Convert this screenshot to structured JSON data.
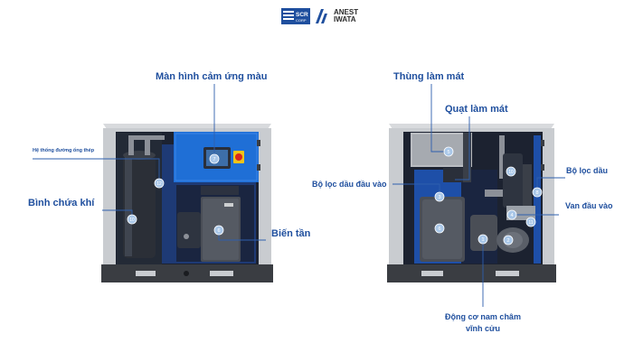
{
  "header": {
    "logo_scr_line1": "SCR",
    "logo_scr_line2": "CORP",
    "logo_anest_line1": "ANEST",
    "logo_anest_line2": "IWATA"
  },
  "labels": {
    "touchscreen": "Màn hình cảm ứng màu",
    "steel_pipe_system": "Hệ thống đường ống thép",
    "air_tank": "Bình chứa khí",
    "inverter": "Biến tần",
    "cooler_box": "Thùng làm mát",
    "cooling_fan": "Quạt làm mát",
    "inlet_filter": "Bộ lọc dầu đầu vào",
    "oil_filter": "Bộ lọc dầu",
    "inlet_valve": "Van đầu vào",
    "pm_motor_line1": "Động cơ nam châm",
    "pm_motor_line2": "vĩnh cửu"
  },
  "markers": {
    "left": [
      "7",
      "12",
      "10",
      "6"
    ],
    "right": [
      "5",
      "10",
      "3",
      "6",
      "4",
      "8",
      "1",
      "2",
      "11"
    ]
  },
  "colors": {
    "label": "#1f4f9e",
    "leader": "#2e5fae",
    "frame_gray": "#c9ccd0",
    "frame_dark": "#3a3d42",
    "panel_blue": "#1f6fd6",
    "marker_fill": "#a9c7e8"
  }
}
